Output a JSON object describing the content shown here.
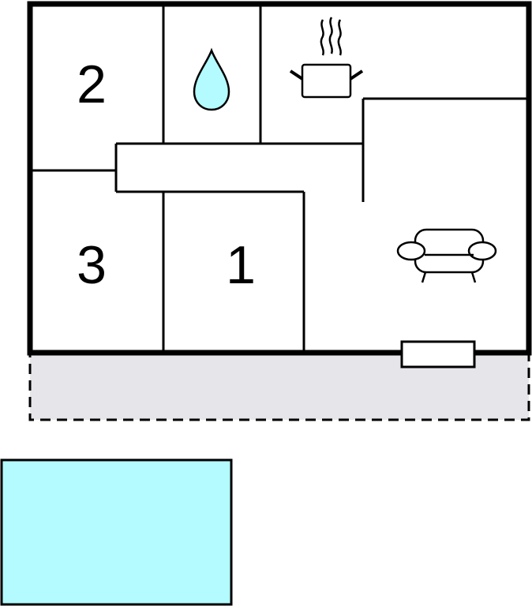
{
  "rooms": [
    {
      "number": "2",
      "type": "bedroom"
    },
    {
      "number": "3",
      "type": "bedroom"
    },
    {
      "number": "1",
      "type": "bedroom"
    }
  ],
  "icons": {
    "bathroom": "water-drop-icon",
    "kitchen": "cooking-pot-icon",
    "living_room": "sofa-icon",
    "fireplace": "fireplace-icon"
  },
  "colors": {
    "walls": "#000000",
    "water": "#b3fbff",
    "terrace": "#e6e6ea",
    "background": "#ffffff"
  },
  "outdoor": {
    "terrace_style": "dashed outline",
    "pool": "pool"
  }
}
